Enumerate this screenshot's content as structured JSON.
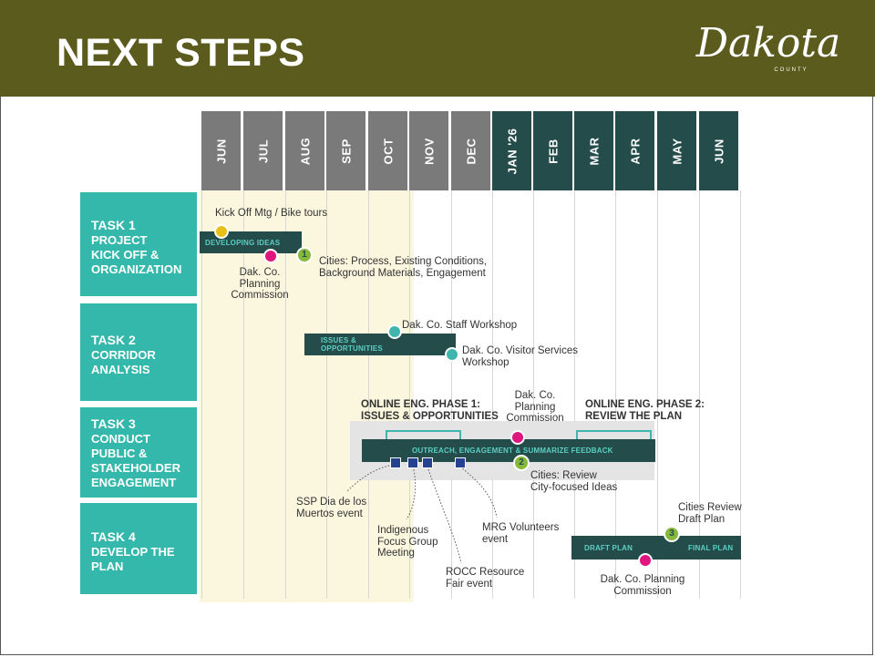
{
  "title": "NEXT STEPS",
  "logo": {
    "text": "Dakota",
    "subtext": "COUNTY"
  },
  "colors": {
    "header": "#5b5b1e",
    "task": "#35b8ac",
    "month_2025": "#7a7a7a",
    "month_2026": "#234c4a",
    "bar": "#234c4a",
    "milestone_pink": "#e0157d",
    "milestone_teal": "#3fb5ad",
    "milestone_yellow": "#e8c01a",
    "number_badge": "#86b83b"
  },
  "months": [
    "JUN",
    "JUL",
    "AUG",
    "SEP",
    "OCT",
    "NOV",
    "DEC",
    "JAN '26",
    "FEB",
    "MAR",
    "APR",
    "MAY",
    "JUN"
  ],
  "tasks": [
    {
      "number": "TASK 1",
      "name": "PROJECT\nKICK OFF &\nORGANIZATION"
    },
    {
      "number": "TASK 2",
      "name": "CORRIDOR\nANALYSIS"
    },
    {
      "number": "TASK 3",
      "name": "CONDUCT\nPUBLIC &\nSTAKEHOLDER\nENGAGEMENT"
    },
    {
      "number": "TASK 4",
      "name": "DEVELOP THE\nPLAN"
    }
  ],
  "bars": {
    "developing": "DEVELOPING IDEAS",
    "issues": "ISSUES &\nOPPORTUNITIES",
    "outreach": "OUTREACH, ENGAGEMENT & SUMMARIZE FEEDBACK",
    "draft": "DRAFT PLAN",
    "final": "FINAL PLAN"
  },
  "badges": [
    "1",
    "2",
    "3"
  ],
  "labels": {
    "kickoff": "Kick Off Mtg / Bike tours",
    "pc1": "Dak. Co.\nPlanning\nCommission",
    "cities1": "Cities: Process, Existing Conditions,\nBackground Materials, Engagement",
    "staff_workshop": "Dak. Co. Staff Workshop",
    "visitor_workshop": "Dak. Co. Visitor Services\nWorkshop",
    "phase1": "ONLINE ENG. PHASE 1:\nISSUES & OPPORTUNITIES",
    "pc2": "Dak. Co.\nPlanning\nCommission",
    "phase2": "ONLINE ENG. PHASE 2:\nREVIEW THE PLAN",
    "cities2": "Cities: Review\nCity-focused Ideas",
    "ssp": "SSP Dia de los\nMuertos event",
    "indigenous": "Indigenous\nFocus Group\nMeeting",
    "rocc": "ROCC Resource\nFair event",
    "mrg": "MRG Volunteers\nevent",
    "cities3": "Cities Review\nDraft Plan",
    "pc3": "Dak. Co. Planning\nCommission"
  }
}
